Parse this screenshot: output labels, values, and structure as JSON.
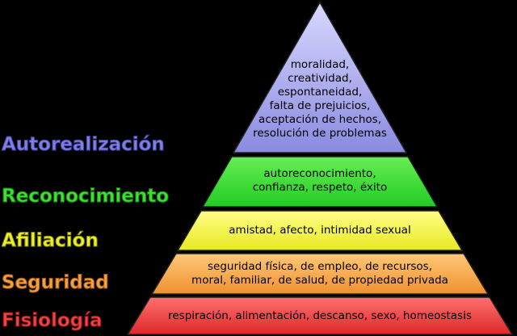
{
  "colors": {
    "background": "#000000",
    "autorrealizacion": "#a8a8f0",
    "reconocimiento": "#33dd33",
    "afiliacion": "#f2f23a",
    "seguridad": "#f6a84a",
    "fisiologia": "#ee4444"
  },
  "levels": [
    {
      "label": "Autorealización",
      "content": "moralidad,\ncreatividad,\nespontaneidad,\nfalta de prejuicios,\naceptación de hechos,\nresolución de problemas"
    },
    {
      "label": "Reconocimiento",
      "content": "autoreconocimiento,\nconfianza, respeto, éxito"
    },
    {
      "label": "Afiliación",
      "content": "amistad, afecto, intimidad sexual"
    },
    {
      "label": "Seguridad",
      "content": "seguridad física, de empleo, de recursos,\nmoral, familiar, de salud, de propiedad privada"
    },
    {
      "label": "Fisiología",
      "content": "respiración, alimentación, descanso, sexo, homeostasis"
    }
  ]
}
